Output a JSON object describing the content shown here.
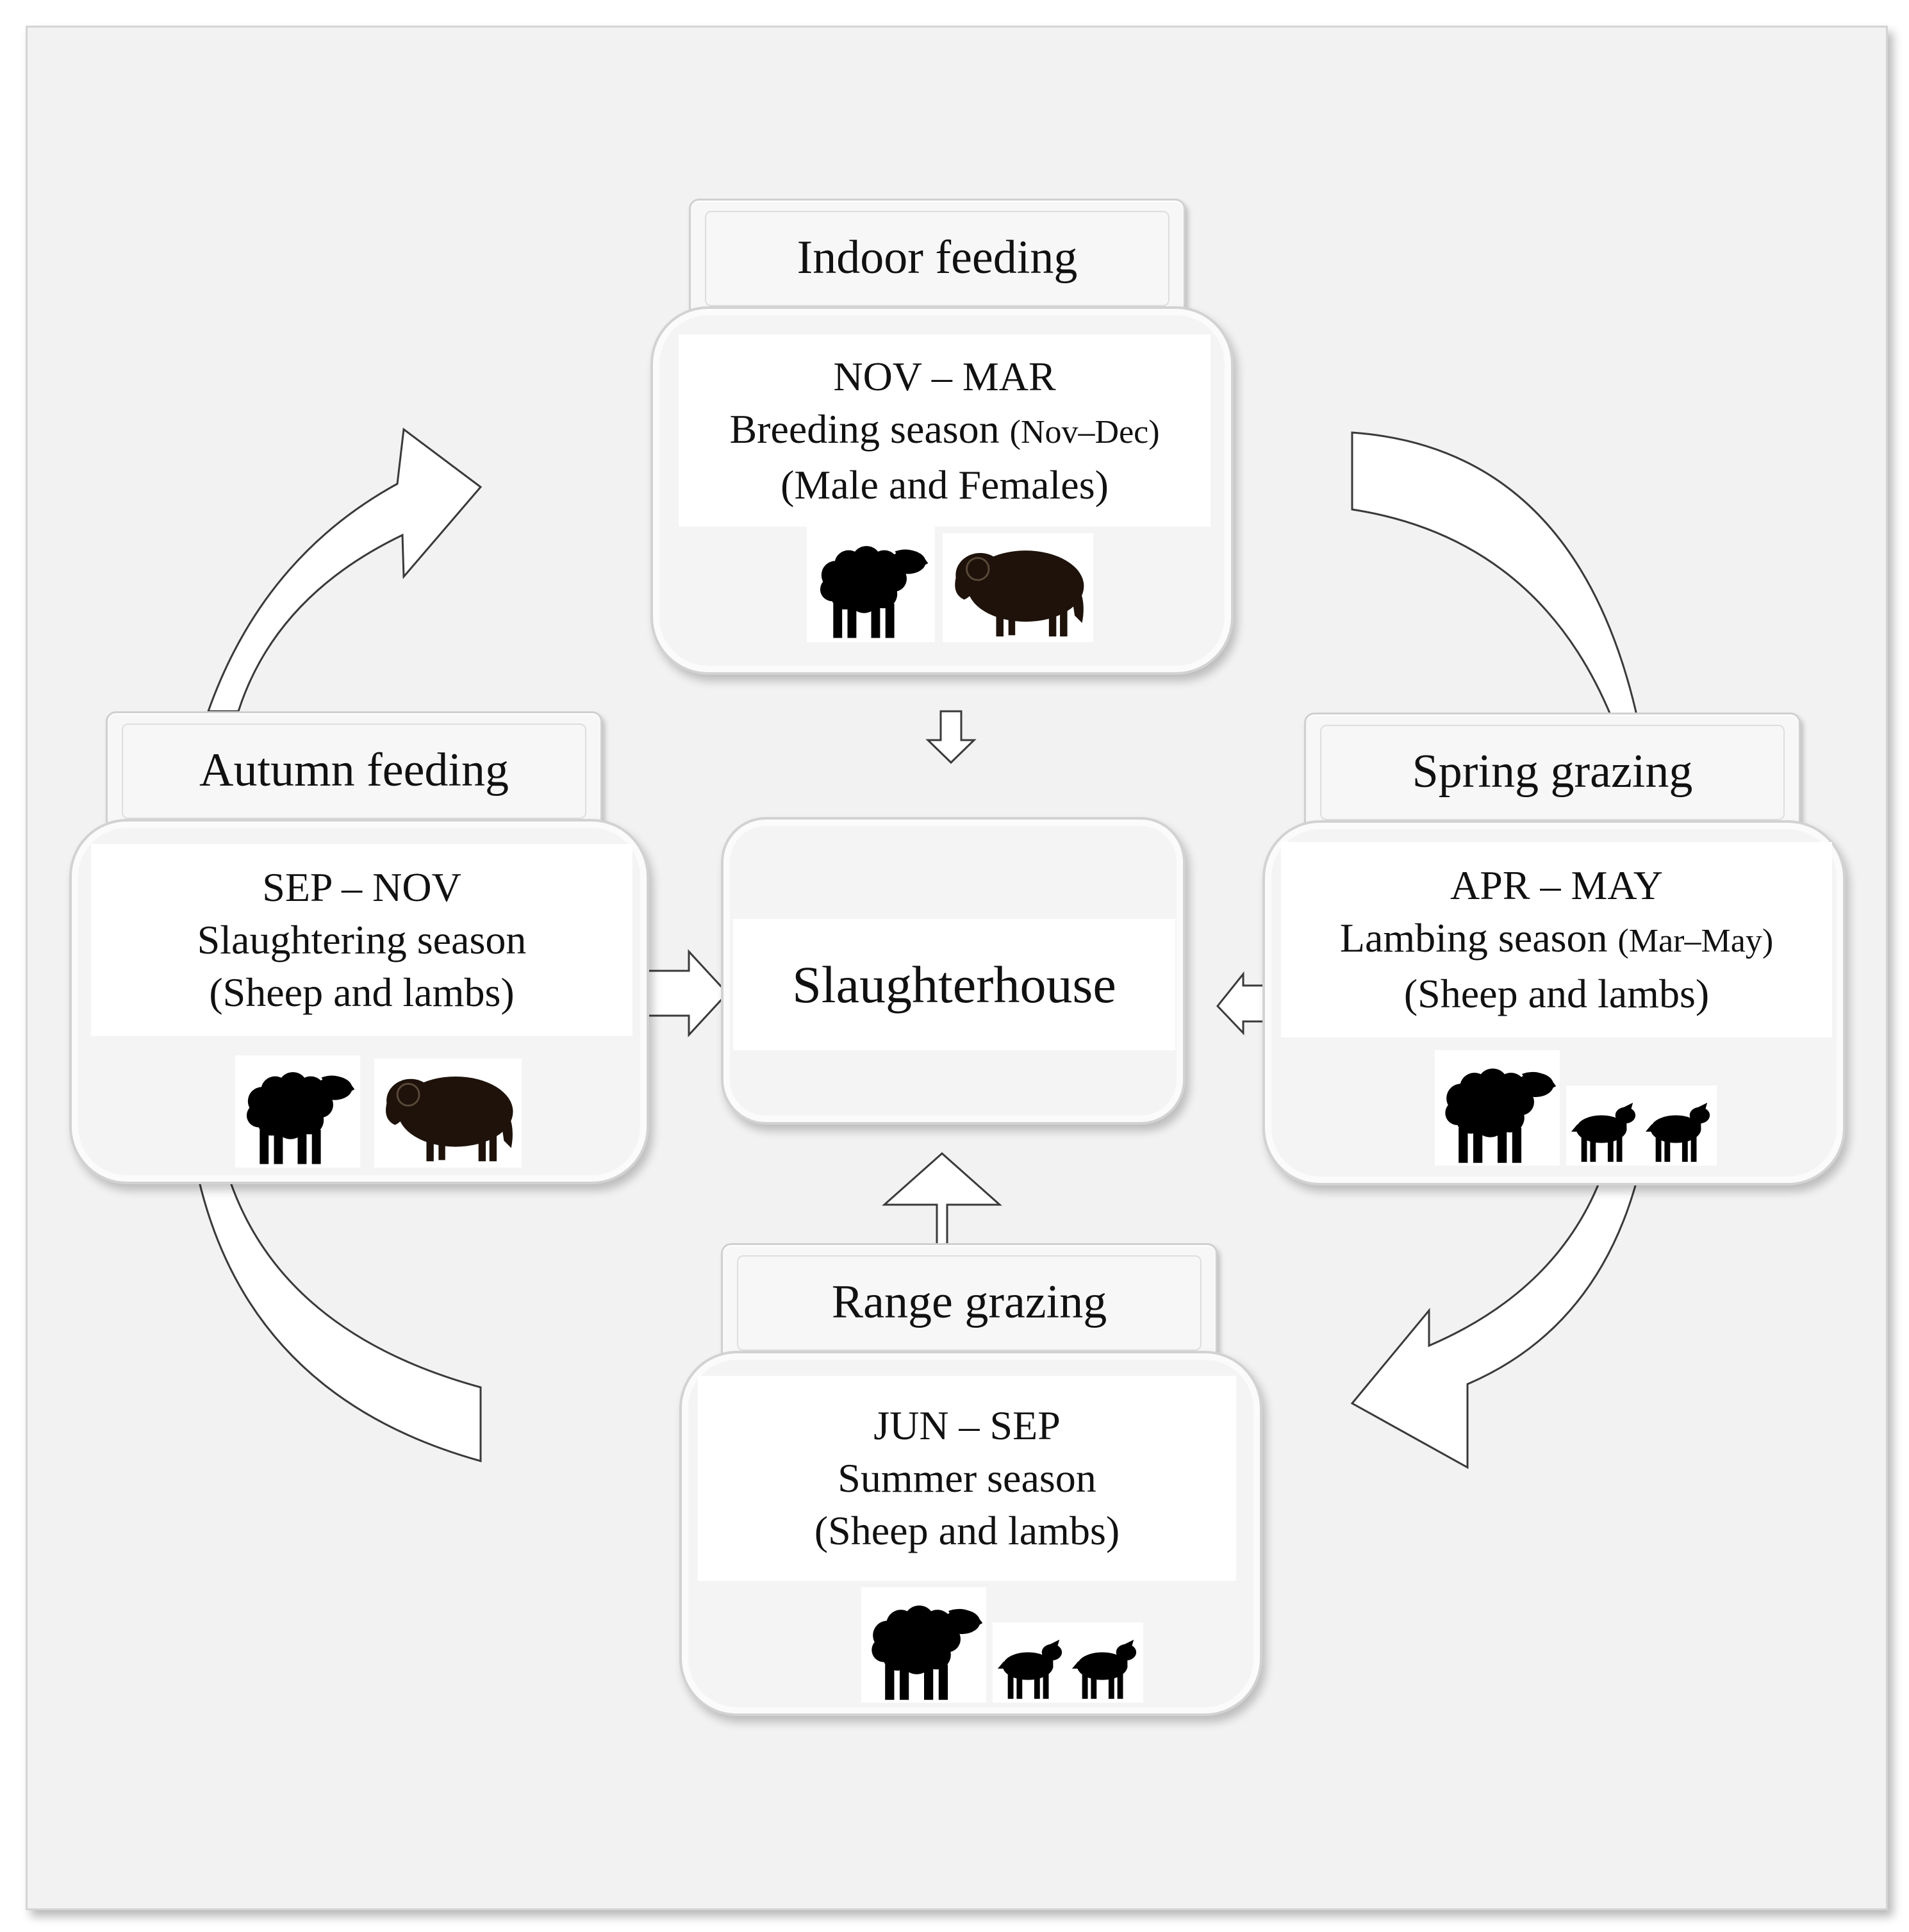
{
  "center": {
    "label": "Slaughterhouse"
  },
  "stages": {
    "indoor": {
      "title": "Indoor feeding",
      "months": "NOV – MAR",
      "season": "Breeding season",
      "season_note": "(Nov–Dec)",
      "animals": "(Male and Females)",
      "icons": [
        "sheep-icon",
        "ram-icon"
      ]
    },
    "spring": {
      "title": "Spring grazing",
      "months": "APR – MAY",
      "season": "Lambing season",
      "season_note": "(Mar–May)",
      "animals": "(Sheep and lambs)",
      "icons": [
        "sheep-icon",
        "lamb-icon",
        "lamb-icon"
      ]
    },
    "range": {
      "title": "Range grazing",
      "months": "JUN – SEP",
      "season": "Summer season",
      "animals": "(Sheep and lambs)",
      "icons": [
        "sheep-icon",
        "lamb-icon",
        "lamb-icon"
      ]
    },
    "autumn": {
      "title": "Autumn feeding",
      "months": "SEP – NOV",
      "season": "Slaughtering season",
      "animals": "(Sheep and lambs)",
      "icons": [
        "sheep-icon",
        "ram-icon"
      ]
    }
  },
  "colors": {
    "frame": "#f2f2f2",
    "border": "#d0d0d0",
    "silhouette": "#000000",
    "ram": "#1e120a"
  }
}
